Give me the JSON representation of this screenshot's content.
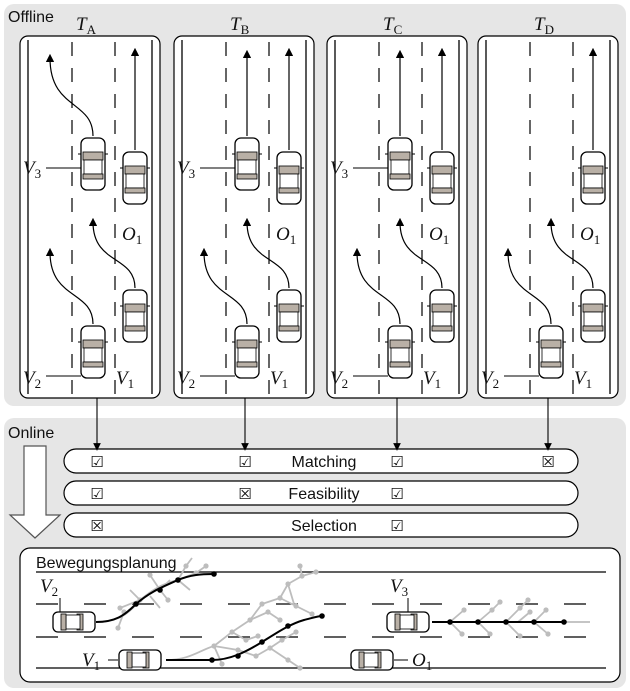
{
  "offline": {
    "label": "Offline",
    "scenarios": [
      {
        "id": "A",
        "title_main": "T",
        "title_sub": "A"
      },
      {
        "id": "B",
        "title_main": "T",
        "title_sub": "B"
      },
      {
        "id": "C",
        "title_main": "T",
        "title_sub": "C"
      },
      {
        "id": "D",
        "title_main": "T",
        "title_sub": "D"
      }
    ],
    "vehicle_labels": {
      "V3": {
        "main": "V",
        "sub": "3"
      },
      "V2": {
        "main": "V",
        "sub": "2"
      },
      "V1": {
        "main": "V",
        "sub": "1"
      },
      "O1": {
        "main": "O",
        "sub": "1"
      }
    }
  },
  "online": {
    "label": "Online",
    "rows": [
      {
        "label": "Matching",
        "marks": [
          "☑",
          "☑",
          "☑",
          "☒"
        ]
      },
      {
        "label": "Feasibility",
        "marks": [
          "☑",
          "☒",
          "☑",
          ""
        ]
      },
      {
        "label": "Selection",
        "marks": [
          "☒",
          "",
          "☑",
          ""
        ]
      }
    ]
  },
  "planning": {
    "label": "Bewegungsplanung",
    "vehicle_labels": {
      "V2": {
        "main": "V",
        "sub": "2"
      },
      "V3": {
        "main": "V",
        "sub": "3"
      },
      "V1": {
        "main": "V",
        "sub": "1"
      },
      "O1": {
        "main": "O",
        "sub": "1"
      }
    }
  },
  "colors": {
    "panel_bg": "#e6e6e6",
    "road_bg": "#ffffff",
    "car_roof": "#b9b0a6",
    "tree_grey": "#bdbdbd",
    "path": "#000000"
  }
}
